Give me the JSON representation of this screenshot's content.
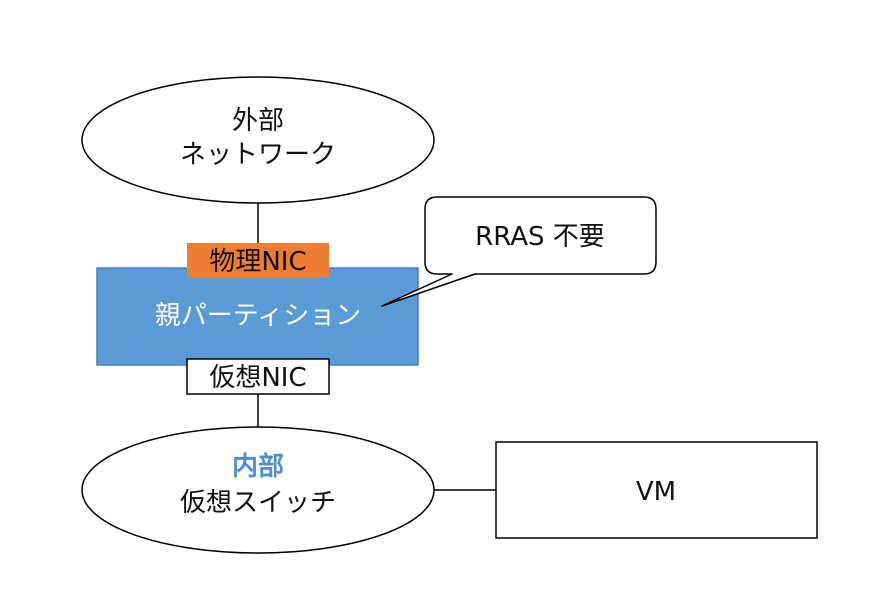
{
  "nodes": {
    "external_network": {
      "line1": "外部",
      "line2": "ネットワーク"
    },
    "physical_nic": {
      "label": "物理NIC",
      "color": "#ed7d31"
    },
    "parent_partition": {
      "label": "親パーティション",
      "color": "#5b9bd5"
    },
    "virtual_nic": {
      "label": "仮想NIC"
    },
    "internal_switch": {
      "line1": "内部",
      "line2": "仮想スイッチ",
      "line1_color": "#4f8fd0"
    },
    "vm": {
      "label": "VM"
    }
  },
  "callout": {
    "label": "RRAS 不要"
  }
}
